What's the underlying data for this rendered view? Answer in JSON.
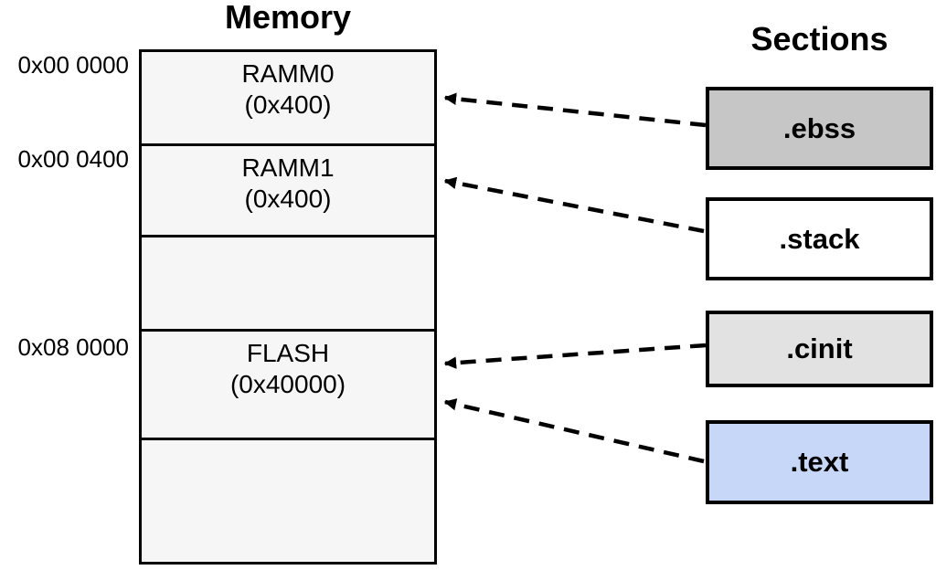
{
  "titles": {
    "memory": "Memory",
    "sections": "Sections"
  },
  "memory": {
    "address_labels": [
      {
        "value": "0x00 0000"
      },
      {
        "value": "0x00 0400"
      },
      {
        "value": "0x08 0000"
      }
    ],
    "blocks": [
      {
        "name": "RAMM0",
        "size": "(0x400)"
      },
      {
        "name": "RAMM1",
        "size": "(0x400)"
      },
      {
        "name": "",
        "size": ""
      },
      {
        "name": "FLASH",
        "size": "(0x40000)"
      },
      {
        "name": "",
        "size": ""
      }
    ]
  },
  "sections": {
    "items": [
      {
        "label": ".ebss",
        "fill": "#c6c6c6"
      },
      {
        "label": ".stack",
        "fill": "#ffffff"
      },
      {
        "label": ".cinit",
        "fill": "#e2e2e2"
      },
      {
        "label": ".text",
        "fill": "#c7d7f8"
      }
    ]
  },
  "arrows": [
    {
      "from": ".ebss",
      "to": "RAMM0"
    },
    {
      "from": ".stack",
      "to": "RAMM1"
    },
    {
      "from": ".cinit",
      "to": "FLASH"
    },
    {
      "from": ".text",
      "to": "FLASH"
    }
  ],
  "colors": {
    "line": "#000000",
    "memory_fill": "#f6f6f6",
    "background": "#ffffff"
  }
}
